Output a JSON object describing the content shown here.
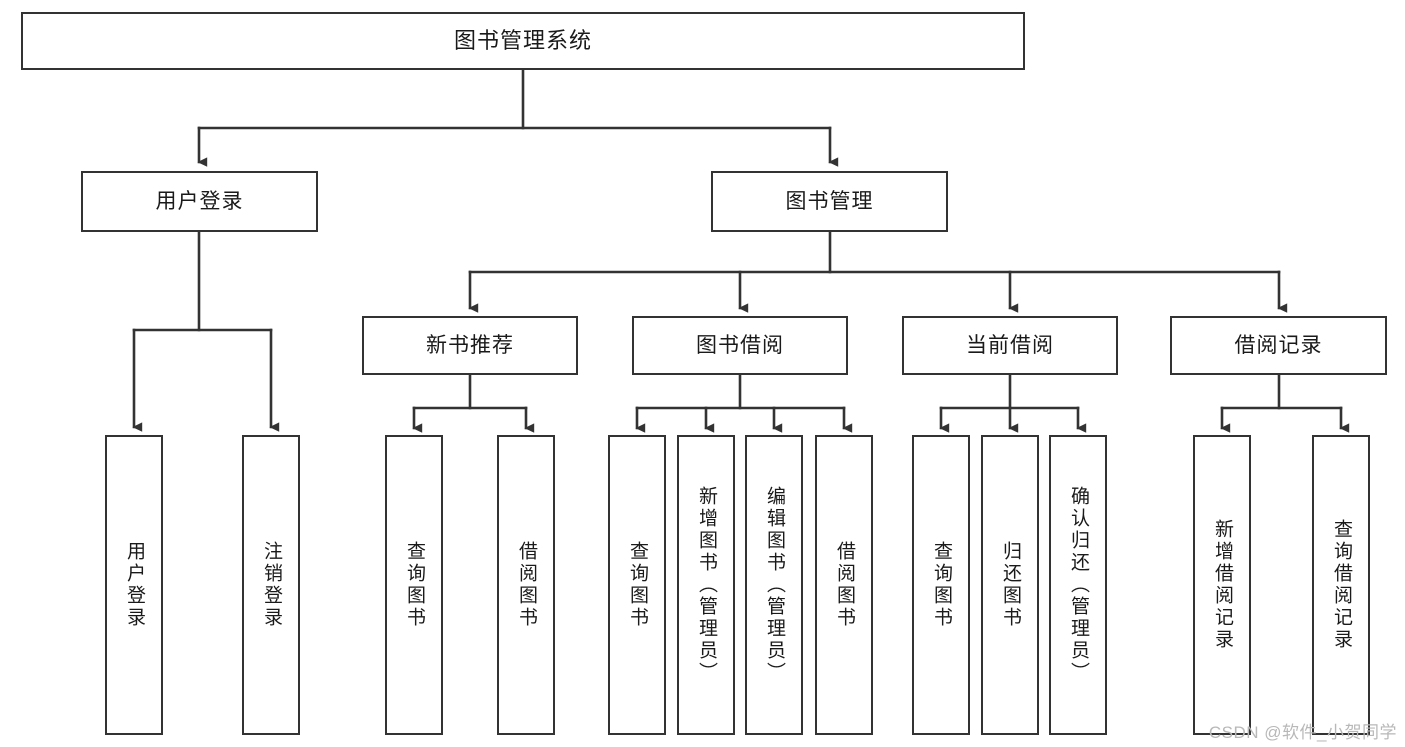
{
  "diagram": {
    "title": "图书管理系统",
    "type": "function-structure-tree",
    "watermark": "CSDN @软件_小贺同学",
    "colors": {
      "box_border": "#333333",
      "box_fill": "#ffffff",
      "edge": "#333333",
      "text": "#1a1a1a",
      "watermark": "#b8b8b8",
      "background": "#ffffff"
    },
    "nodes": {
      "root": {
        "label": "图书管理系统"
      },
      "level2": [
        {
          "id": "user-login",
          "label": "用户登录"
        },
        {
          "id": "book-management",
          "label": "图书管理"
        }
      ],
      "level3": [
        {
          "id": "new-book-recommend",
          "label": "新书推荐"
        },
        {
          "id": "book-borrow",
          "label": "图书借阅"
        },
        {
          "id": "current-borrow",
          "label": "当前借阅"
        },
        {
          "id": "borrow-record",
          "label": "借阅记录"
        }
      ],
      "leaves": {
        "user-login": [
          {
            "id": "leaf-user-login",
            "label": "用户登录"
          },
          {
            "id": "leaf-user-logout",
            "label": "注销登录"
          }
        ],
        "new-book-recommend": [
          {
            "id": "leaf-query-book-1",
            "label": "查询图书"
          },
          {
            "id": "leaf-borrow-book-1",
            "label": "借阅图书"
          }
        ],
        "book-borrow": [
          {
            "id": "leaf-query-book-2",
            "label": "查询图书"
          },
          {
            "id": "leaf-add-book",
            "label": "新增图书（管理员）"
          },
          {
            "id": "leaf-edit-book",
            "label": "编辑图书（管理员）"
          },
          {
            "id": "leaf-borrow-book-2",
            "label": "借阅图书"
          }
        ],
        "current-borrow": [
          {
            "id": "leaf-query-book-3",
            "label": "查询图书"
          },
          {
            "id": "leaf-return-book",
            "label": "归还图书"
          },
          {
            "id": "leaf-confirm-return",
            "label": "确认归还（管理员）"
          }
        ],
        "borrow-record": [
          {
            "id": "leaf-add-record",
            "label": "新增借阅记录"
          },
          {
            "id": "leaf-query-record",
            "label": "查询借阅记录"
          }
        ]
      }
    }
  }
}
